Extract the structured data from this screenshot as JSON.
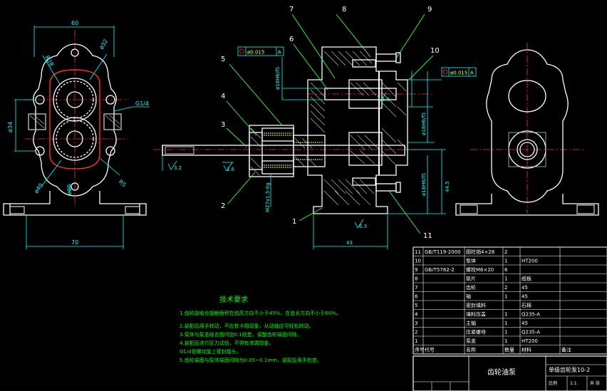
{
  "colors": {
    "background": "#000000",
    "outline": "#ffffff",
    "dimension": "#00ffff",
    "section": "#ff3030",
    "hatch": "#c8c8c8",
    "notes": "#00ff00",
    "thread": "#ffff40",
    "callout": "#40ff40",
    "table_grid": "#ffffff",
    "table_text": "#ffffff"
  },
  "callouts": {
    "c1": "1",
    "c2": "2",
    "c3": "3",
    "c4": "4",
    "c5": "5",
    "c6": "6",
    "c7": "7",
    "c8": "8",
    "c9": "9",
    "c10": "10",
    "c11": "11"
  },
  "dims": {
    "top_width": "60",
    "left_height": "ø34",
    "r28": "R28",
    "r32": "ø32",
    "g14": "G1/4",
    "bottom_width": "70",
    "phi60": "ø60",
    "r5": "R5",
    "r40": "ø40",
    "tol1": "ø0.015",
    "tol1_ref": "A",
    "tol2": "ø0.015",
    "tol2_ref": "A",
    "fit1": "ø18H6/f5",
    "fit2": "ø18H6/f5",
    "fit3": "ø18H6/f5",
    "rough1": "3.2",
    "rough2": "1.6",
    "rough3": "1.6",
    "rough4": "6.3",
    "thread": "M27x1.5-6g",
    "depth": "43",
    "height": "44.5"
  },
  "notes": {
    "title": "技术要求",
    "lines": [
      "1.齿轮副啮合接触面积在齿高方向不小于45%，在齿长方向不小于60%。",
      "2.装配后用手转动，不应有卡阻现象，从动轴应可轻松转动。",
      "3.泵体与泵盖结合面间加0.1纸垫，调整齿轮端面间隙。",
      "4.装配后进行压力试验，不得有渗漏现象，",
      "  G1/4管螺纹旋上密封接头。",
      "5.齿轮端面与泵体端面间隙为0.05~0.1mm，装配后用手检查。"
    ]
  },
  "parts_table": {
    "headers": [
      "序号",
      "代号",
      "名称",
      "数量",
      "材料",
      "备注"
    ],
    "rows": [
      [
        "11",
        "GB/T119-2000",
        "圆柱销4×28",
        "2",
        "",
        ""
      ],
      [
        "10",
        "",
        "泵体",
        "1",
        "HT200",
        ""
      ],
      [
        "9",
        "GB/T5782-2",
        "螺栓M6×20",
        "6",
        "",
        ""
      ],
      [
        "8",
        "",
        "垫片",
        "1",
        "纸板",
        ""
      ],
      [
        "7",
        "",
        "齿轮",
        "2",
        "45",
        ""
      ],
      [
        "6",
        "",
        "轴",
        "1",
        "45",
        ""
      ],
      [
        "5",
        "",
        "密封填料",
        "",
        "石棉",
        ""
      ],
      [
        "4",
        "",
        "填料压盖",
        "1",
        "Q235-A",
        ""
      ],
      [
        "3",
        "",
        "主轴",
        "1",
        "45",
        ""
      ],
      [
        "2",
        "",
        "压紧螺母",
        "1",
        "Q235-A",
        ""
      ],
      [
        "1",
        "",
        "泵盖",
        "1",
        "HT200",
        ""
      ]
    ]
  },
  "title_block": {
    "drawing_name": "齿轮油泵",
    "drawing_number": "单级齿轮泵10-2",
    "scale_label": "比例",
    "sheet_label": "共 张",
    "scale_value": "1:1"
  }
}
